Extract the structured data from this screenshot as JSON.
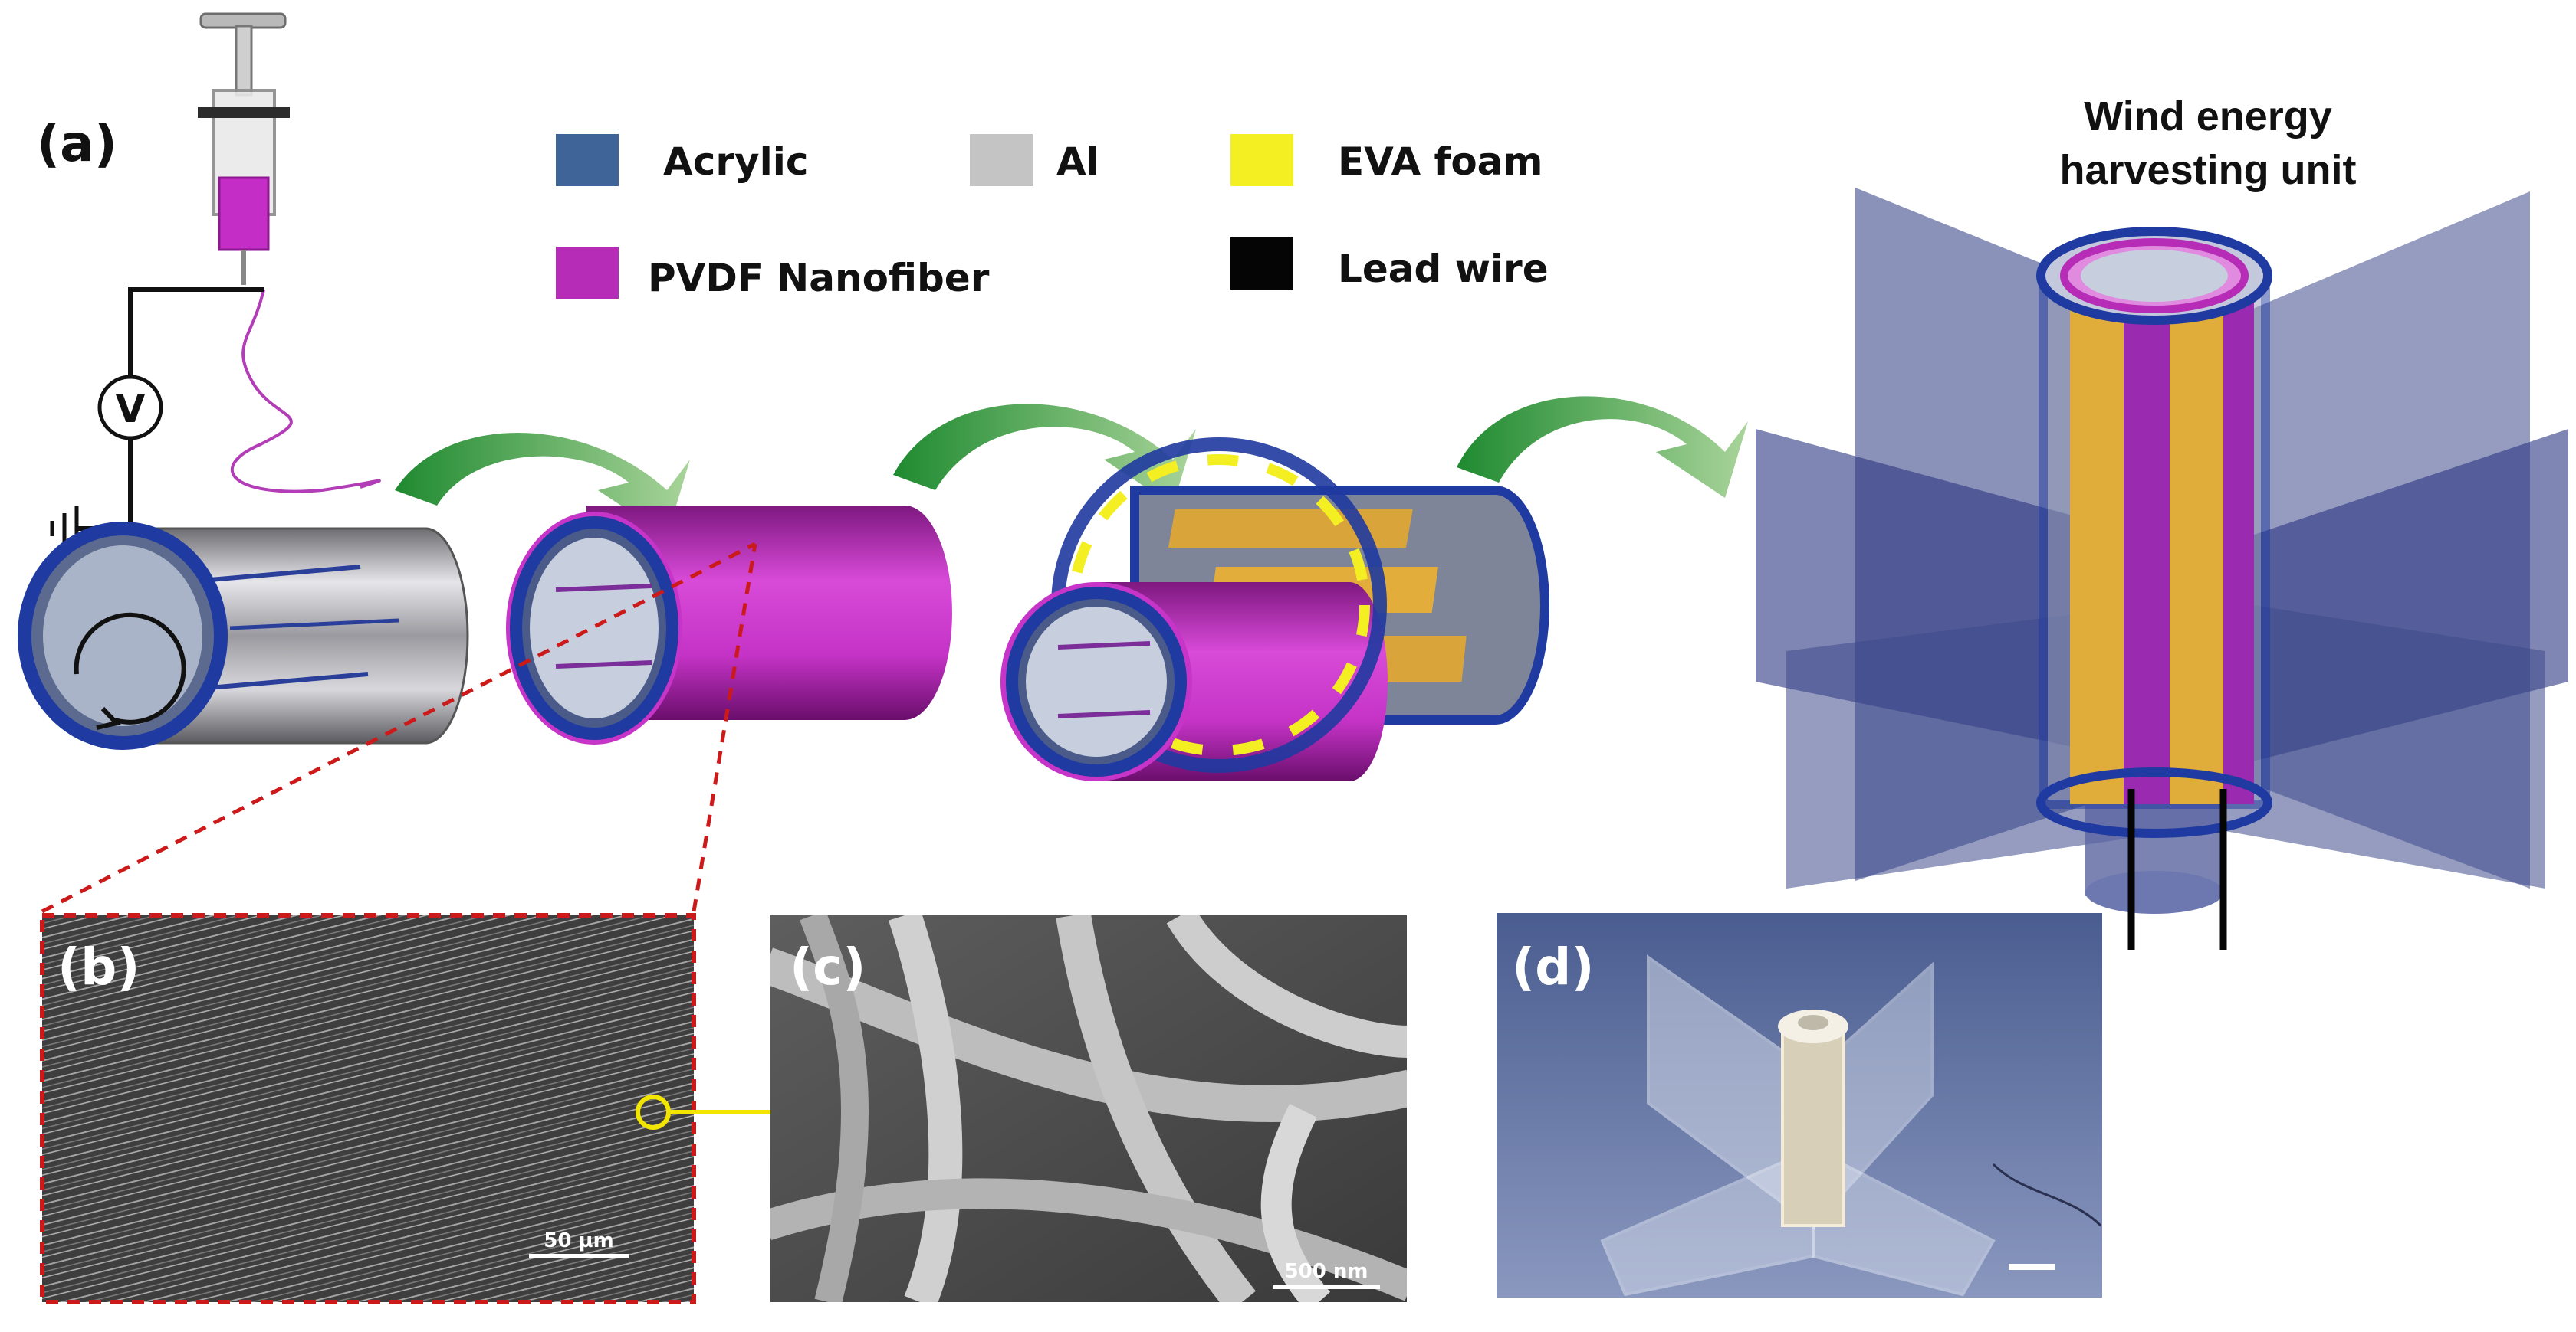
{
  "panels": {
    "a": "(a)",
    "b": "(b)",
    "c": "(c)",
    "d": "(d)"
  },
  "legend": [
    {
      "label": "Acrylic",
      "color": "#3f6598"
    },
    {
      "label": "Al",
      "color": "#c4c4c4"
    },
    {
      "label": "EVA foam",
      "color": "#f3ef22"
    },
    {
      "label": "PVDF Nanofiber",
      "color": "#b62cb6"
    },
    {
      "label": "Lead wire",
      "color": "#050505"
    }
  ],
  "unit_title": {
    "line1": "Wind energy",
    "line2": "harvesting unit"
  },
  "voltmeter_label": "V",
  "scale_bars": {
    "b": "50 µm",
    "c": "500 nm"
  },
  "colors": {
    "arrow_green": "#2e9a3a",
    "inset_red": "#cc1a1a",
    "pointer_yellow": "#f2e600",
    "blade_blue": "#3e4a8c",
    "ring_blue": "#1f3a9c"
  }
}
